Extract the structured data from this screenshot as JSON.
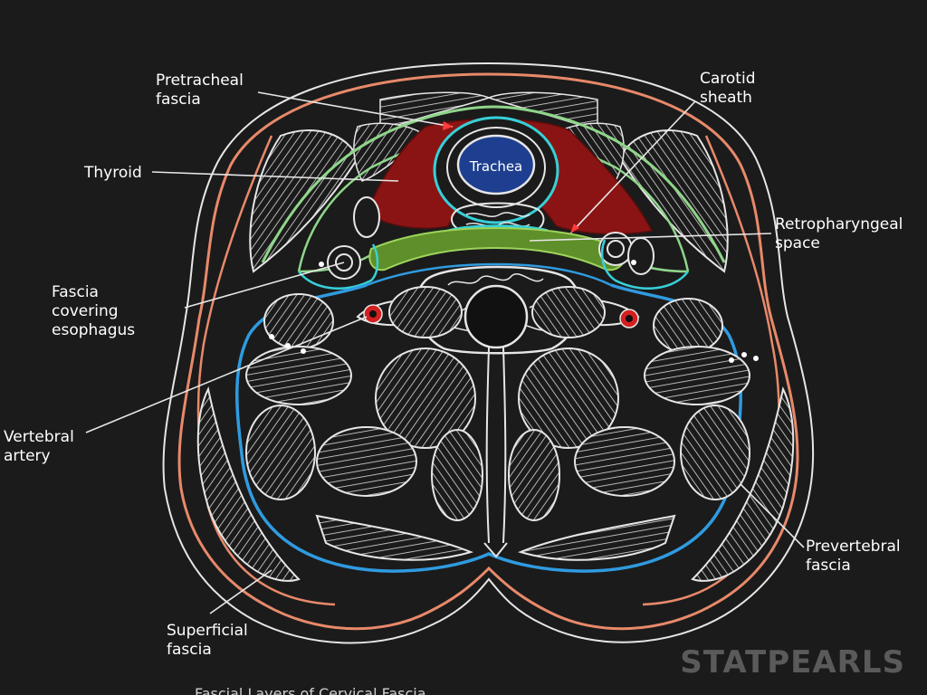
{
  "colors": {
    "background": "#1b1b1b",
    "line": "#e6e6e6",
    "superficial": "#e8896a",
    "pretracheal": "#8fd68a",
    "prevertebral": "#2f9be0",
    "carotid_cyan": "#37d0d8",
    "thyroid": "#8a1414",
    "trachea": "#1e3f8f",
    "retropharyngeal": "#5f8f2a",
    "artery": "#d41f1f",
    "watermark": "#5a5a5a"
  },
  "labels": {
    "pretracheal": [
      "Pretracheal",
      "fascia"
    ],
    "carotid": [
      "Carotid",
      "sheath"
    ],
    "thyroid": [
      "Thyroid"
    ],
    "retropharyngeal": [
      "Retropharyngeal",
      "space"
    ],
    "esophagus": [
      "Fascia",
      "covering",
      "esophagus"
    ],
    "vertebral": [
      "Vertebral",
      "artery"
    ],
    "prevertebral": [
      "Prevertebral",
      "fascia"
    ],
    "superficial": [
      "Superficial",
      "fascia"
    ],
    "trachea": "Trachea"
  },
  "watermark": "STATPEARLS",
  "caption": "Fascial Layers of Cervical Fascia",
  "icons": {
    "artery": "vertebral-artery-icon"
  }
}
